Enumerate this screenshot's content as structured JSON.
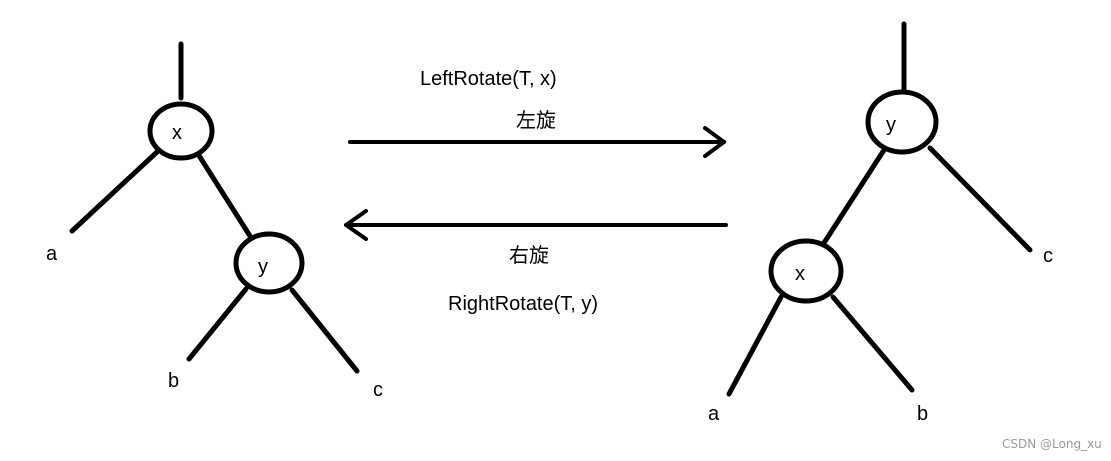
{
  "left_tree": {
    "node_x": "x",
    "node_y": "y",
    "leaf_a": "a",
    "leaf_b": "b",
    "leaf_c": "c"
  },
  "right_tree": {
    "node_y": "y",
    "node_x": "x",
    "leaf_a": "a",
    "leaf_b": "b",
    "leaf_c": "c"
  },
  "operations": {
    "left_rotate": "LeftRotate(T, x)",
    "left_rotate_cn": "左旋",
    "right_rotate_cn": "右旋",
    "right_rotate": "RightRotate(T, y)"
  },
  "watermark": "CSDN @Long_xu",
  "colors": {
    "ink": "#000000",
    "background": "#ffffff",
    "watermark": "#9a9a9a"
  }
}
